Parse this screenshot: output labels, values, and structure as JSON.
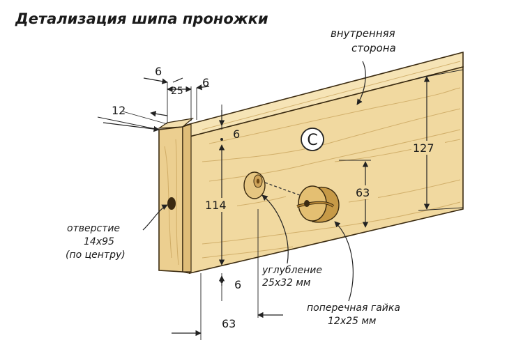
{
  "title": "Детализация шипа проножки",
  "labels": {
    "inner_side_line1": "внутренняя",
    "inner_side_line2": "сторона",
    "hole_line1": "отверстие",
    "hole_line2": "14х95",
    "hole_line3": "(по центру)",
    "recess_line1": "углубление",
    "recess_line2": "25х32 мм",
    "nut_line1": "поперечная гайка",
    "nut_line2": "12х25 мм",
    "marker": "C"
  },
  "dimensions": {
    "d6_top": "6",
    "d25": "25",
    "d6_right": "6",
    "d12": "12",
    "d6_shoulder_top": "6",
    "d114": "114",
    "d127": "127",
    "d63_vertical": "63",
    "d6_bottom": "6",
    "d63_bottom": "63"
  },
  "colors": {
    "wood_face": "#f1d9a0",
    "wood_top": "#f6e4b6",
    "wood_end": "#e8c989",
    "tenon_face": "#eccf90",
    "outline": "#3a2a10"
  }
}
